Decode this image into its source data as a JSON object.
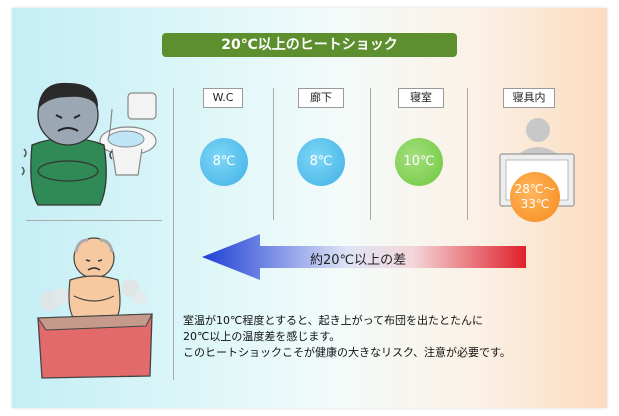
{
  "title": "20℃以上のヒートショック",
  "rooms": [
    {
      "label": "W.C",
      "temp": "8℃"
    },
    {
      "label": "廊下",
      "temp": "8℃"
    },
    {
      "label": "寝室",
      "temp": "10℃"
    },
    {
      "label": "寝具内",
      "temp_line1": "28℃～",
      "temp_line2": "33℃"
    }
  ],
  "arrow_label": "約20℃以上の差",
  "description": [
    "室温が10℃程度とすると、起き上がって布団を出たとたんに",
    "20℃以上の温度差を感じます。",
    "このヒートショックこそが健康の大きなリスク、注意が必要です。"
  ],
  "colors": {
    "title_bg": "#5d8f2f",
    "cold": "#3fb0e6",
    "mild": "#6cc83d",
    "warm": "#f58a1a",
    "arrow_cold": "#1e3fd6",
    "arrow_hot": "#e0202a"
  },
  "illustrations": [
    "shivering-man-toilet",
    "elderly-man-bath",
    "bed-person"
  ]
}
